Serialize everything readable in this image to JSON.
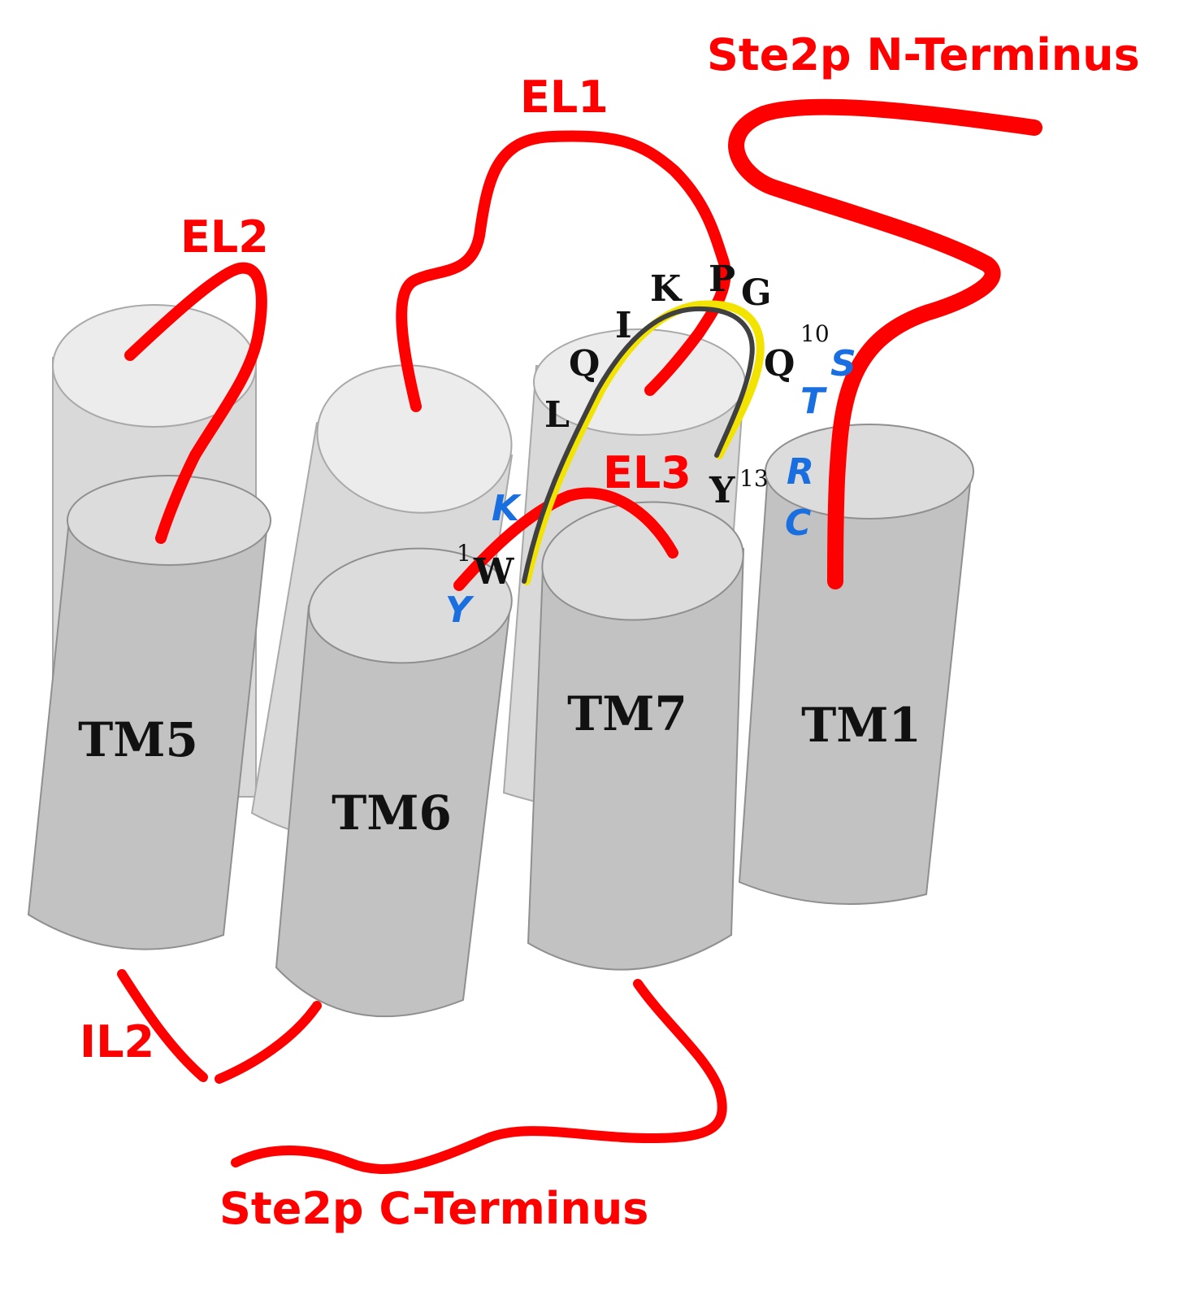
{
  "labels": {
    "n_terminus": "Ste2p N-Terminus",
    "c_terminus": "Ste2p C-Terminus",
    "el1": "EL1",
    "el2": "EL2",
    "el3": "EL3",
    "il2": "IL2"
  },
  "helices": {
    "tm5": "TM5",
    "tm6": "TM6",
    "tm7": "TM7",
    "tm1": "TM1"
  },
  "peptide": {
    "residues": {
      "w": "W",
      "l": "L",
      "q": "Q",
      "i": "I",
      "k": "K",
      "p": "P",
      "g": "G",
      "q10": "Q",
      "y13": "Y"
    },
    "positions": {
      "first": "1",
      "tenth": "10",
      "thirteenth": "13"
    }
  },
  "receptor_residues": {
    "k": "K",
    "y": "Y",
    "s": "S",
    "t": "T",
    "r": "R",
    "c": "C"
  },
  "colors": {
    "loop": "#ff0000",
    "receptor_residue": "#1a6fe0",
    "peptide_backbone": "#404040",
    "peptide_highlight": "#f2e400",
    "helix_front": "#c2c2c2",
    "helix_back": "#d9d9d9"
  }
}
